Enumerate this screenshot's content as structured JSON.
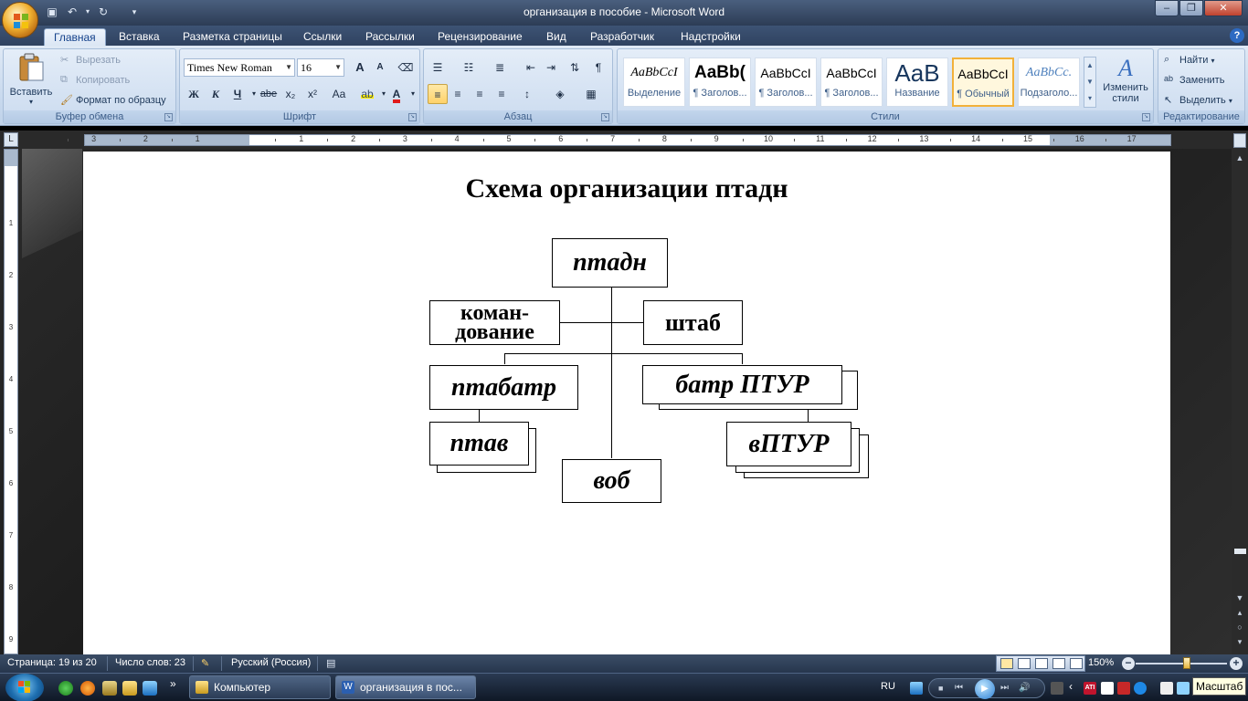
{
  "window": {
    "title": "организация  в пособие - Microsoft Word",
    "controls": [
      "–",
      "❐",
      "✕"
    ]
  },
  "tabs": [
    "Главная",
    "Вставка",
    "Разметка страницы",
    "Ссылки",
    "Рассылки",
    "Рецензирование",
    "Вид",
    "Разработчик",
    "Надстройки"
  ],
  "ribbon": {
    "clipboard": {
      "paste": "Вставить",
      "cut": "Вырезать",
      "copy": "Копировать",
      "format_painter": "Формат по образцу",
      "label": "Буфер обмена"
    },
    "font": {
      "name": "Times New Roman",
      "size": "16",
      "label": "Шрифт",
      "bold": "Ж",
      "italic": "К",
      "underline": "Ч",
      "strike": "abe",
      "subscript": "x₂",
      "superscript": "x²",
      "case": "Aa",
      "grow": "A",
      "shrink": "A"
    },
    "paragraph": {
      "label": "Абзац"
    },
    "styles": {
      "label": "Стили",
      "items": [
        {
          "sample": "AaBbCcI",
          "name": "Выделение"
        },
        {
          "sample": "AaBb(",
          "name": "¶ Заголов..."
        },
        {
          "sample": "AaBbCcI",
          "name": "¶ Заголов..."
        },
        {
          "sample": "AaBbCcI",
          "name": "¶ Заголов..."
        },
        {
          "sample": "AaB",
          "name": "Название"
        },
        {
          "sample": "AaBbCcI",
          "name": "¶ Обычный"
        },
        {
          "sample": "AaBbCc.",
          "name": "Подзаголо..."
        }
      ],
      "change_styles": "Изменить стили"
    },
    "editing": {
      "label": "Редактирование",
      "find": "Найти",
      "replace": "Заменить",
      "select": "Выделить"
    }
  },
  "ruler": {
    "numbers": [
      "3",
      "2",
      "1",
      "1",
      "2",
      "3",
      "4",
      "5",
      "6",
      "7",
      "8",
      "9",
      "10",
      "11",
      "12",
      "13",
      "14",
      "15",
      "16",
      "17"
    ],
    "corner": "L"
  },
  "vruler": {
    "numbers": [
      "1",
      "2",
      "3",
      "4",
      "5",
      "6",
      "7",
      "8",
      "9"
    ]
  },
  "document": {
    "title": "Схема организации птадн",
    "boxes": {
      "top": "птадн",
      "command": "коман-\nдование",
      "staff": "штаб",
      "ptabatr": "птабатр",
      "batr_ptur": "батр ПТУР",
      "ptav": "птав",
      "vptur": "вПТУР",
      "vob": "воб"
    }
  },
  "status": {
    "page": "Страница: 19 из 20",
    "words": "Число слов: 23",
    "language": "Русский (Россия)",
    "zoom": "150%"
  },
  "taskbar": {
    "tasks": [
      "Компьютер",
      "организация  в пос..."
    ],
    "lang": "RU",
    "tooltip": "Масштаб"
  }
}
